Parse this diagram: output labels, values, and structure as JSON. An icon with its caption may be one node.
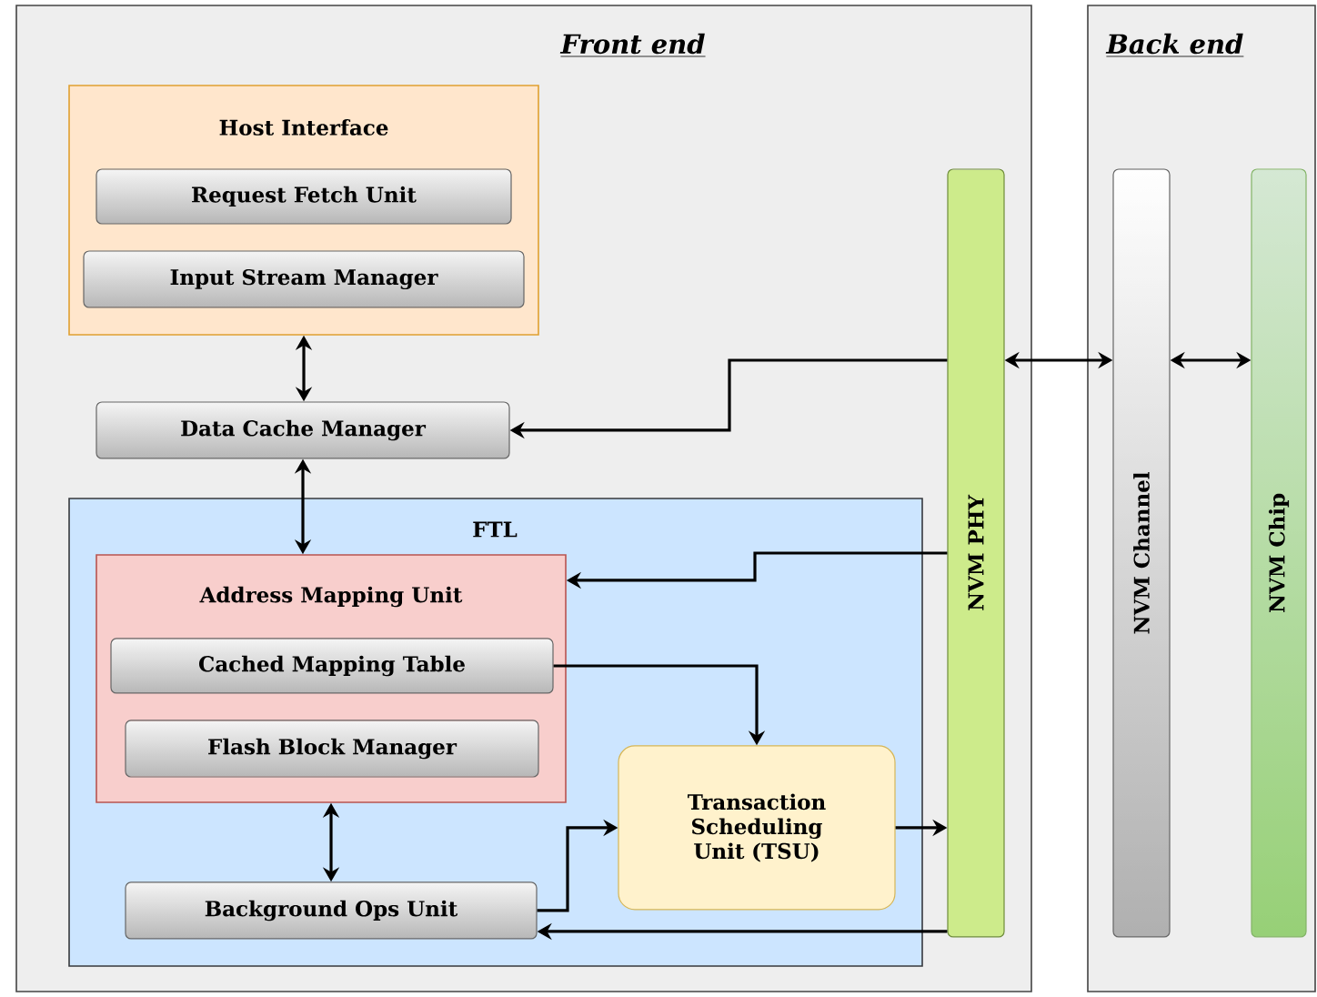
{
  "diagram": {
    "nodes": [
      {
        "text": [
          "Front end"
        ]
      },
      {
        "text": [
          "Host Interface"
        ],
        "in": 0
      },
      {
        "text": [
          "Request Fetch Unit"
        ],
        "in": 1
      },
      {
        "text": [
          "Input Stream Manager"
        ],
        "in": 1
      },
      {
        "text": [
          "Data Cache Manager"
        ],
        "in": 0
      },
      {
        "text": [
          "FTL"
        ],
        "in": 0
      },
      {
        "text": [
          "Address Mapping Unit"
        ],
        "in": 5
      },
      {
        "text": [
          "Cached Mapping Table"
        ],
        "in": 6
      },
      {
        "text": [
          "Flash Block Manager"
        ],
        "in": 6
      },
      {
        "text": [
          "Transaction Scheduling Unit (TSU)"
        ],
        "in": 5
      },
      {
        "text": [
          "Background Ops Unit"
        ],
        "in": 5
      },
      {
        "text": [
          "NVM PHY"
        ],
        "in": 0
      },
      {
        "text": [
          "Back end"
        ]
      },
      {
        "text": [
          "NVM Channel"
        ],
        "in": 12
      },
      {
        "text": [
          "NVM Chip"
        ],
        "in": 12
      }
    ],
    "edges": [
      {
        "from": 1,
        "to": 4,
        "arrow": "both"
      },
      {
        "from": 4,
        "to": 6,
        "arrow": "both"
      },
      {
        "from": 11,
        "to": 4,
        "arrow": "to"
      },
      {
        "from": 11,
        "to": 6,
        "arrow": "to"
      },
      {
        "from": 7,
        "to": 9,
        "arrow": "to"
      },
      {
        "from": 10,
        "to": 9,
        "arrow": "to"
      },
      {
        "from": 9,
        "to": 11,
        "arrow": "to"
      },
      {
        "from": 11,
        "to": 10,
        "arrow": "to"
      },
      {
        "from": 6,
        "to": 10,
        "arrow": "both"
      },
      {
        "from": 11,
        "to": 13,
        "arrow": "both"
      },
      {
        "from": 13,
        "to": 14,
        "arrow": "both"
      }
    ]
  }
}
